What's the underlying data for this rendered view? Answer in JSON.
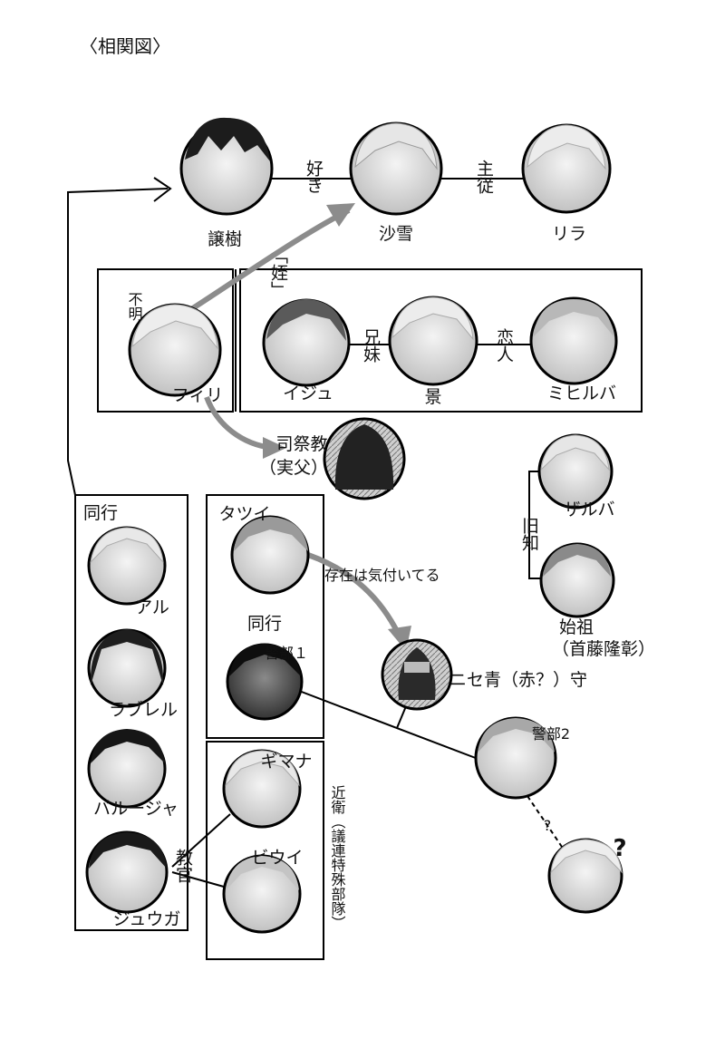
{
  "title": "〈相関図〉",
  "characters": {
    "jouju": "譲樹",
    "sayuki": "沙雪",
    "rira": "リラ",
    "fuiri": "フィリ",
    "iju": "イジュ",
    "kei": "景",
    "mihiruba": "ミヒルバ",
    "shisaikyou": "司祭教",
    "shisaikyou_note": "（実父）",
    "zaruba": "ザルバ",
    "shiso": "始祖",
    "shiso_note": "（首藤隆彰）",
    "aru": "アル",
    "raburebru": "ラブレル",
    "baruja": "バルージャ",
    "juuga": "ジュウガ",
    "tatsui": "タツイ",
    "keibu1": "警部１",
    "nisesei": "ニセ青（赤？）守",
    "keibu2": "警部2",
    "gimana": "ギマナ",
    "biui": "ビウイ",
    "unknown_face": "?"
  },
  "relations": {
    "suki": "好き",
    "shuju": "主従",
    "mei": "「姪」",
    "fumei": "不明",
    "kyoudai": "兄妹",
    "koibito": "恋人",
    "kyuchi": "旧知",
    "douko_left": "同行",
    "douko_mid": "同行",
    "sonzai": "存在は気付いてる",
    "question": "?",
    "kyoukan": "教官",
    "konoe": "近衛（議連特殊部隊）"
  }
}
